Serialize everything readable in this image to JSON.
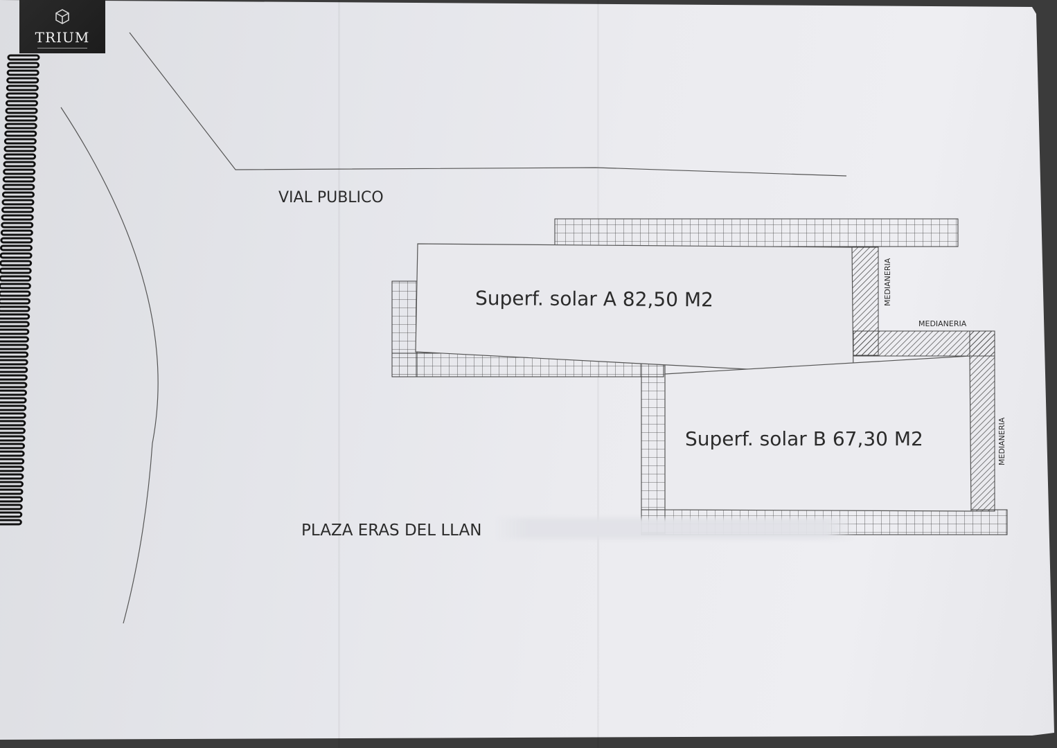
{
  "logo": {
    "brand": "TRIUM",
    "icon": "cube-icon"
  },
  "plan": {
    "street_top": "VIAL PUBLICO",
    "street_bottom": "PLAZA ERAS DEL LLAN",
    "plot_a": "Superf. solar A 82,50 M2",
    "plot_b": "Superf. solar B 67,30 M2",
    "party_wall_1": "MEDIANERIA",
    "party_wall_2": "MEDIANERIA",
    "party_wall_3": "MEDIANERIA"
  },
  "colors": {
    "ink": "#2b2b2b",
    "paper": "#e6e7eb",
    "background": "#3a3a3a",
    "logo_background": "#1f1f1f"
  }
}
